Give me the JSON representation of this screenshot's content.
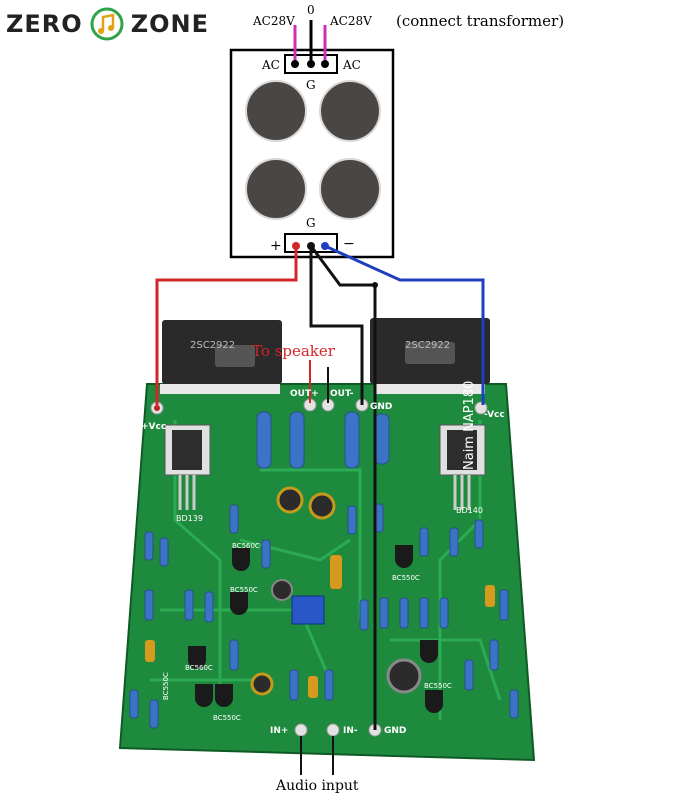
{
  "brand": {
    "word1": "ZERO",
    "word2": "ZONE",
    "icon": "music-note-icon"
  },
  "transformer": {
    "top_left": "AC28V",
    "top_mid": "0",
    "top_right": "AC28V",
    "note": "(connect transformer)",
    "ac_left": "AC",
    "ac_right": "AC",
    "g_top": "G",
    "g_bottom": "G",
    "plus": "+",
    "minus": "−"
  },
  "board": {
    "speaker_label": "To speaker",
    "out_plus": "OUT+",
    "out_minus": "OUT-",
    "gnd": "GND",
    "vcc_plus": "+Vcc",
    "vcc_minus": "-Vcc",
    "in_plus": "IN+",
    "in_minus": "IN-",
    "gnd_bottom": "GND",
    "model": "Naim NAP180",
    "transistor_left": "2SC2922",
    "transistor_right": "2SC2922",
    "chip_left": "BD139",
    "chip_right": "BD140",
    "bc_labels": [
      "BC560C",
      "BC550C",
      "BC550C",
      "BC560C",
      "BC550C",
      "BC550C",
      "BC550C"
    ]
  },
  "audio_label": "Audio input",
  "colors": {
    "pcb": "#1d8a3d",
    "red_wire": "#d3262b",
    "blue_wire": "#1f3fbf",
    "magenta_wire": "#cc2fb8",
    "black_wire": "#111111"
  }
}
